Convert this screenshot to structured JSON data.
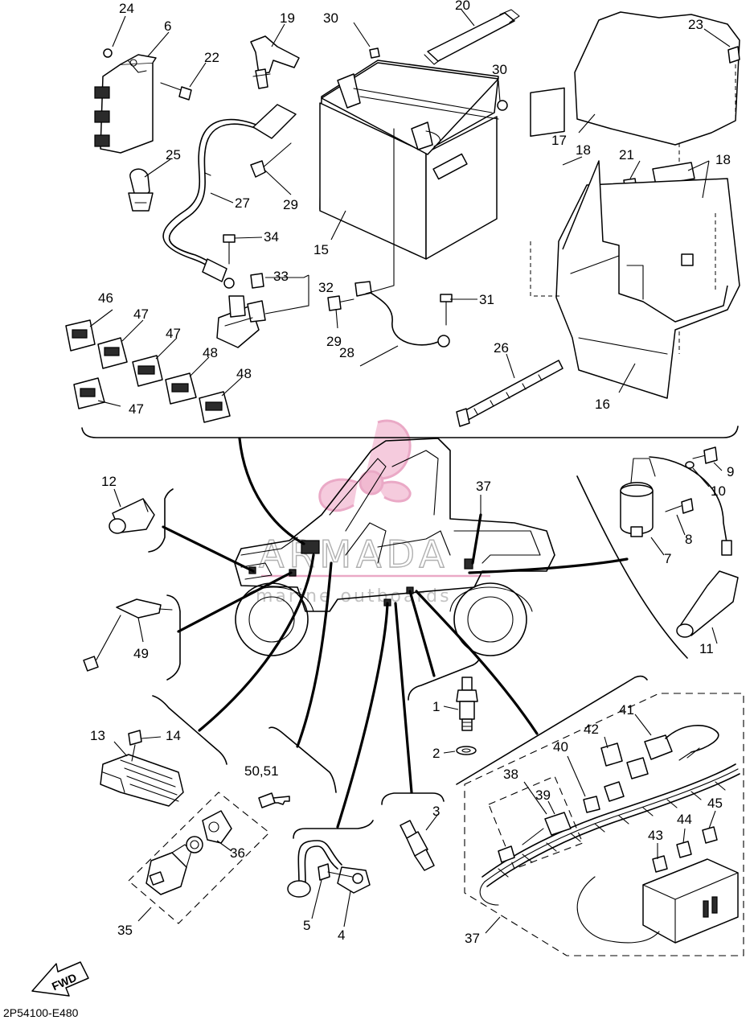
{
  "diagram": {
    "drawing_code": "2P54100-E480",
    "fwd_label": "FWD",
    "watermark": {
      "brand": "ARMADA",
      "tagline": "marine outboards",
      "logo_color": "#e8a0c0"
    },
    "callouts": [
      {
        "id": "c1",
        "text": "1"
      },
      {
        "id": "c2",
        "text": "2"
      },
      {
        "id": "c3",
        "text": "3"
      },
      {
        "id": "c4",
        "text": "4"
      },
      {
        "id": "c5",
        "text": "5"
      },
      {
        "id": "c6",
        "text": "6"
      },
      {
        "id": "c7",
        "text": "7"
      },
      {
        "id": "c8",
        "text": "8"
      },
      {
        "id": "c9",
        "text": "9"
      },
      {
        "id": "c10",
        "text": "10"
      },
      {
        "id": "c11",
        "text": "11"
      },
      {
        "id": "c12",
        "text": "12"
      },
      {
        "id": "c13",
        "text": "13"
      },
      {
        "id": "c14",
        "text": "14"
      },
      {
        "id": "c15",
        "text": "15"
      },
      {
        "id": "c16",
        "text": "16"
      },
      {
        "id": "c17",
        "text": "17"
      },
      {
        "id": "c18a",
        "text": "18"
      },
      {
        "id": "c18b",
        "text": "18"
      },
      {
        "id": "c19",
        "text": "19"
      },
      {
        "id": "c20",
        "text": "20"
      },
      {
        "id": "c21",
        "text": "21"
      },
      {
        "id": "c22",
        "text": "22"
      },
      {
        "id": "c23",
        "text": "23"
      },
      {
        "id": "c24",
        "text": "24"
      },
      {
        "id": "c25",
        "text": "25"
      },
      {
        "id": "c26",
        "text": "26"
      },
      {
        "id": "c27",
        "text": "27"
      },
      {
        "id": "c28",
        "text": "28"
      },
      {
        "id": "c29a",
        "text": "29"
      },
      {
        "id": "c29b",
        "text": "29"
      },
      {
        "id": "c30a",
        "text": "30"
      },
      {
        "id": "c30b",
        "text": "30"
      },
      {
        "id": "c31",
        "text": "31"
      },
      {
        "id": "c32",
        "text": "32"
      },
      {
        "id": "c33",
        "text": "33"
      },
      {
        "id": "c34",
        "text": "34"
      },
      {
        "id": "c35",
        "text": "35"
      },
      {
        "id": "c36",
        "text": "36"
      },
      {
        "id": "c37a",
        "text": "37"
      },
      {
        "id": "c37b",
        "text": "37"
      },
      {
        "id": "c38",
        "text": "38"
      },
      {
        "id": "c39",
        "text": "39"
      },
      {
        "id": "c40",
        "text": "40"
      },
      {
        "id": "c41",
        "text": "41"
      },
      {
        "id": "c42",
        "text": "42"
      },
      {
        "id": "c43",
        "text": "43"
      },
      {
        "id": "c44",
        "text": "44"
      },
      {
        "id": "c45",
        "text": "45"
      },
      {
        "id": "c46",
        "text": "46"
      },
      {
        "id": "c47a",
        "text": "47"
      },
      {
        "id": "c47b",
        "text": "47"
      },
      {
        "id": "c47c",
        "text": "47"
      },
      {
        "id": "c48a",
        "text": "48"
      },
      {
        "id": "c48b",
        "text": "48"
      },
      {
        "id": "c49",
        "text": "49"
      },
      {
        "id": "c5051",
        "text": "50,51"
      }
    ]
  }
}
